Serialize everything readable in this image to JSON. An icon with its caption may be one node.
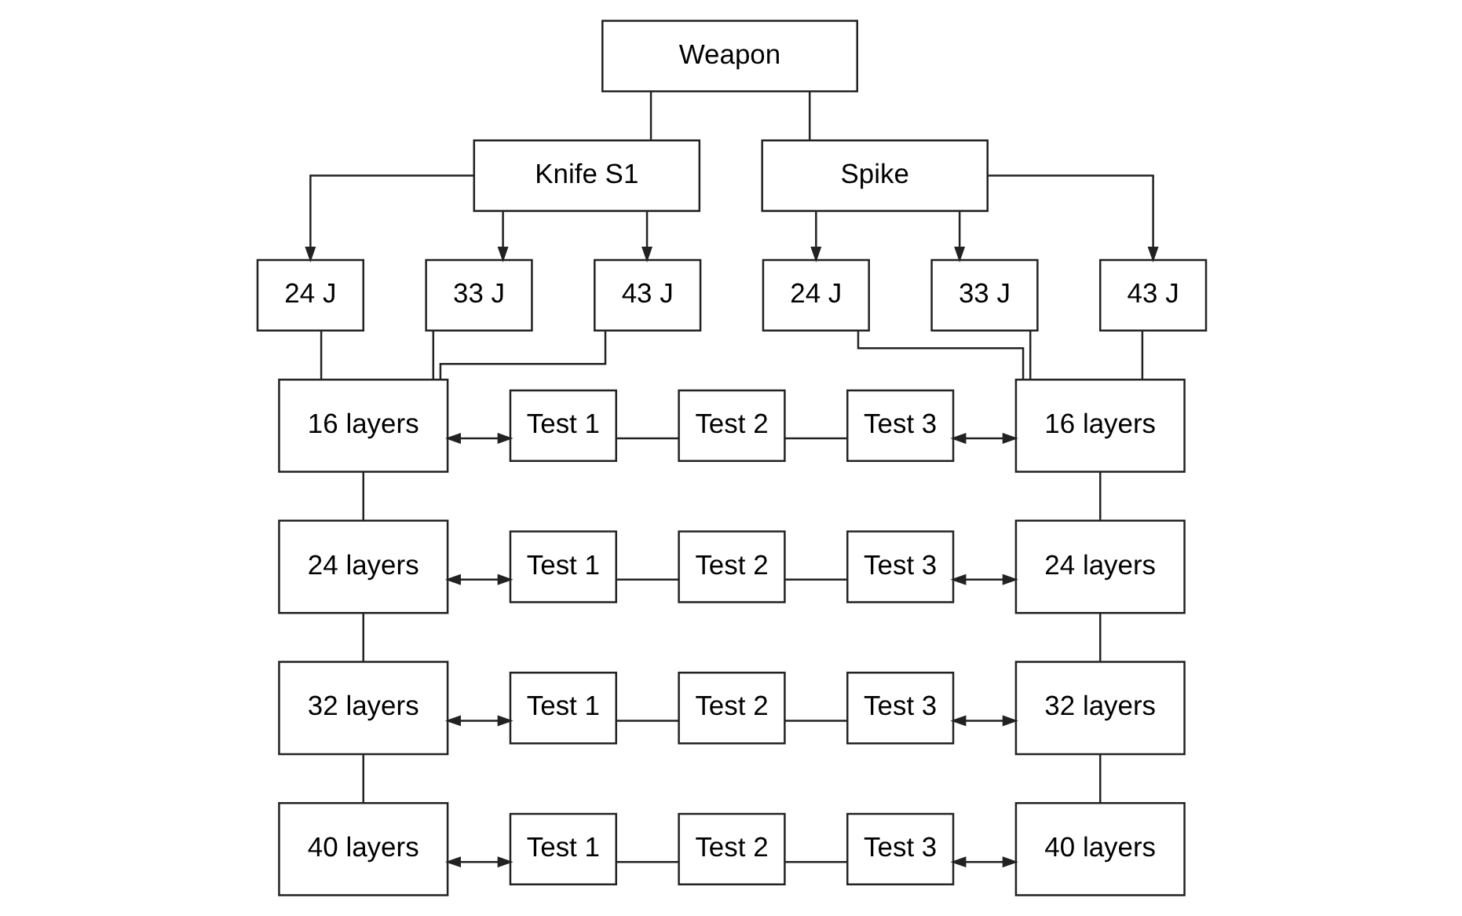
{
  "diagram": {
    "nodes": [
      {
        "text": [
          "Weapon"
        ]
      },
      {
        "text": [
          "Knife S1"
        ]
      },
      {
        "text": [
          "Spike"
        ]
      },
      {
        "text": [
          "24 J"
        ]
      },
      {
        "text": [
          "33 J"
        ]
      },
      {
        "text": [
          "43 J"
        ]
      },
      {
        "text": [
          "24 J"
        ]
      },
      {
        "text": [
          "33 J"
        ]
      },
      {
        "text": [
          "43 J"
        ]
      },
      {
        "text": [
          "16 layers"
        ]
      },
      {
        "text": [
          "Test 1"
        ]
      },
      {
        "text": [
          "Test 2"
        ]
      },
      {
        "text": [
          "Test 3"
        ]
      },
      {
        "text": [
          "16 layers"
        ]
      },
      {
        "text": [
          "24 layers"
        ]
      },
      {
        "text": [
          "Test 1"
        ]
      },
      {
        "text": [
          "Test 2"
        ]
      },
      {
        "text": [
          "Test 3"
        ]
      },
      {
        "text": [
          "24 layers"
        ]
      },
      {
        "text": [
          "32 layers"
        ]
      },
      {
        "text": [
          "Test 1"
        ]
      },
      {
        "text": [
          "Test 2"
        ]
      },
      {
        "text": [
          "Test 3"
        ]
      },
      {
        "text": [
          "32 layers"
        ]
      },
      {
        "text": [
          "40 layers"
        ]
      },
      {
        "text": [
          "Test 1"
        ]
      },
      {
        "text": [
          "Test 2"
        ]
      },
      {
        "text": [
          "Test 3"
        ]
      },
      {
        "text": [
          "40 layers"
        ]
      }
    ],
    "edges": [
      {
        "from": 0,
        "to": 1,
        "arrow": "none"
      },
      {
        "from": 0,
        "to": 2,
        "arrow": "none"
      },
      {
        "from": 1,
        "to": 3,
        "arrow": "to"
      },
      {
        "from": 1,
        "to": 4,
        "arrow": "to"
      },
      {
        "from": 1,
        "to": 5,
        "arrow": "to"
      },
      {
        "from": 2,
        "to": 6,
        "arrow": "to"
      },
      {
        "from": 2,
        "to": 7,
        "arrow": "to"
      },
      {
        "from": 2,
        "to": 8,
        "arrow": "to"
      },
      {
        "from": 3,
        "to": 9,
        "arrow": "none"
      },
      {
        "from": 4,
        "to": 9,
        "arrow": "none"
      },
      {
        "from": 5,
        "to": 9,
        "arrow": "none"
      },
      {
        "from": 6,
        "to": 13,
        "arrow": "none"
      },
      {
        "from": 7,
        "to": 13,
        "arrow": "none"
      },
      {
        "from": 8,
        "to": 13,
        "arrow": "none"
      },
      {
        "from": 9,
        "to": 10,
        "arrow": "both"
      },
      {
        "from": 10,
        "to": 11,
        "arrow": "none"
      },
      {
        "from": 11,
        "to": 12,
        "arrow": "none"
      },
      {
        "from": 12,
        "to": 13,
        "arrow": "both"
      },
      {
        "from": 9,
        "to": 14,
        "arrow": "none"
      },
      {
        "from": 13,
        "to": 18,
        "arrow": "none"
      },
      {
        "from": 14,
        "to": 15,
        "arrow": "both"
      },
      {
        "from": 15,
        "to": 16,
        "arrow": "none"
      },
      {
        "from": 16,
        "to": 17,
        "arrow": "none"
      },
      {
        "from": 17,
        "to": 18,
        "arrow": "both"
      },
      {
        "from": 14,
        "to": 19,
        "arrow": "none"
      },
      {
        "from": 18,
        "to": 23,
        "arrow": "none"
      },
      {
        "from": 19,
        "to": 20,
        "arrow": "both"
      },
      {
        "from": 20,
        "to": 21,
        "arrow": "none"
      },
      {
        "from": 21,
        "to": 22,
        "arrow": "none"
      },
      {
        "from": 22,
        "to": 23,
        "arrow": "both"
      },
      {
        "from": 19,
        "to": 24,
        "arrow": "none"
      },
      {
        "from": 23,
        "to": 28,
        "arrow": "none"
      },
      {
        "from": 24,
        "to": 25,
        "arrow": "both"
      },
      {
        "from": 25,
        "to": 26,
        "arrow": "none"
      },
      {
        "from": 26,
        "to": 27,
        "arrow": "none"
      },
      {
        "from": 27,
        "to": 28,
        "arrow": "both"
      }
    ]
  }
}
